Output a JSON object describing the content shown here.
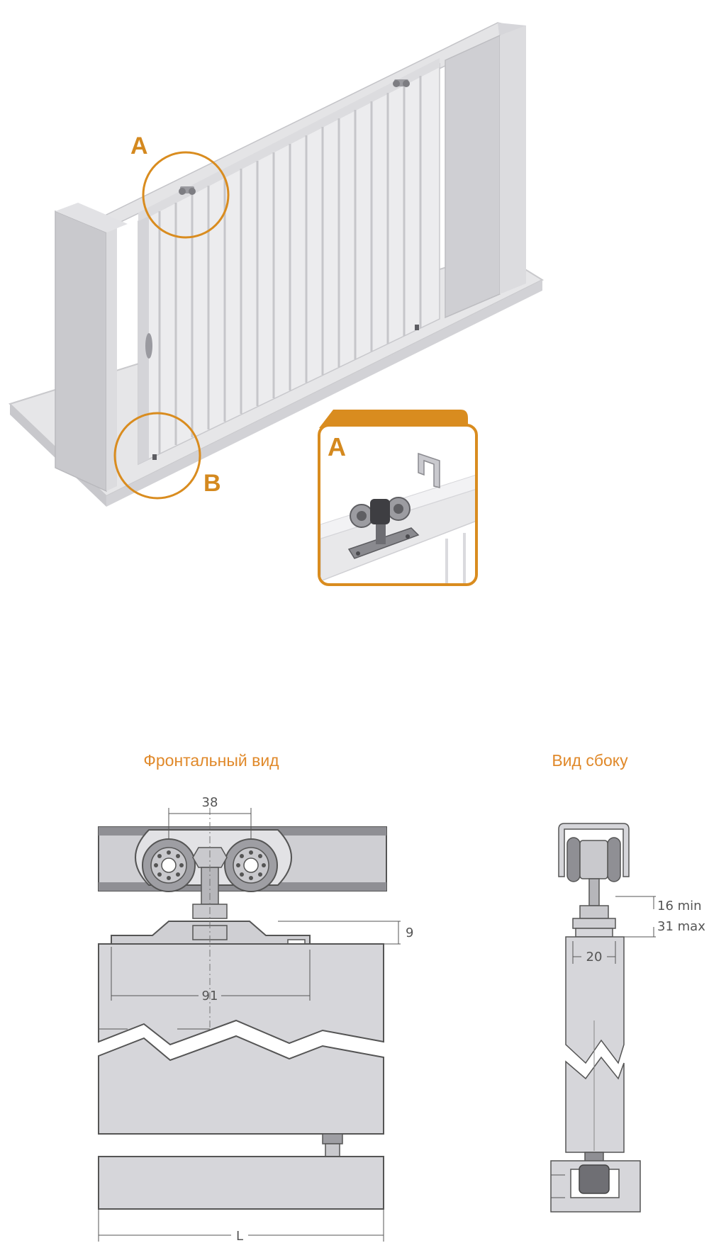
{
  "colors": {
    "accent": "#d98c1f",
    "line": "#555555",
    "panel": "#d8d8db",
    "panel_dark": "#b8b8bc"
  },
  "callouts": {
    "a_label": "A",
    "b_label": "B",
    "detail_label": "A"
  },
  "views": {
    "front_title": "Фронтальный вид",
    "side_title": "Вид сбоку"
  },
  "dimensions": {
    "wheel_spacing": "38",
    "plate_offset": "9",
    "plate_length": "91",
    "gap_min": "16 min",
    "gap_max": "31 max",
    "door_thickness": "20",
    "door_length": "L"
  }
}
